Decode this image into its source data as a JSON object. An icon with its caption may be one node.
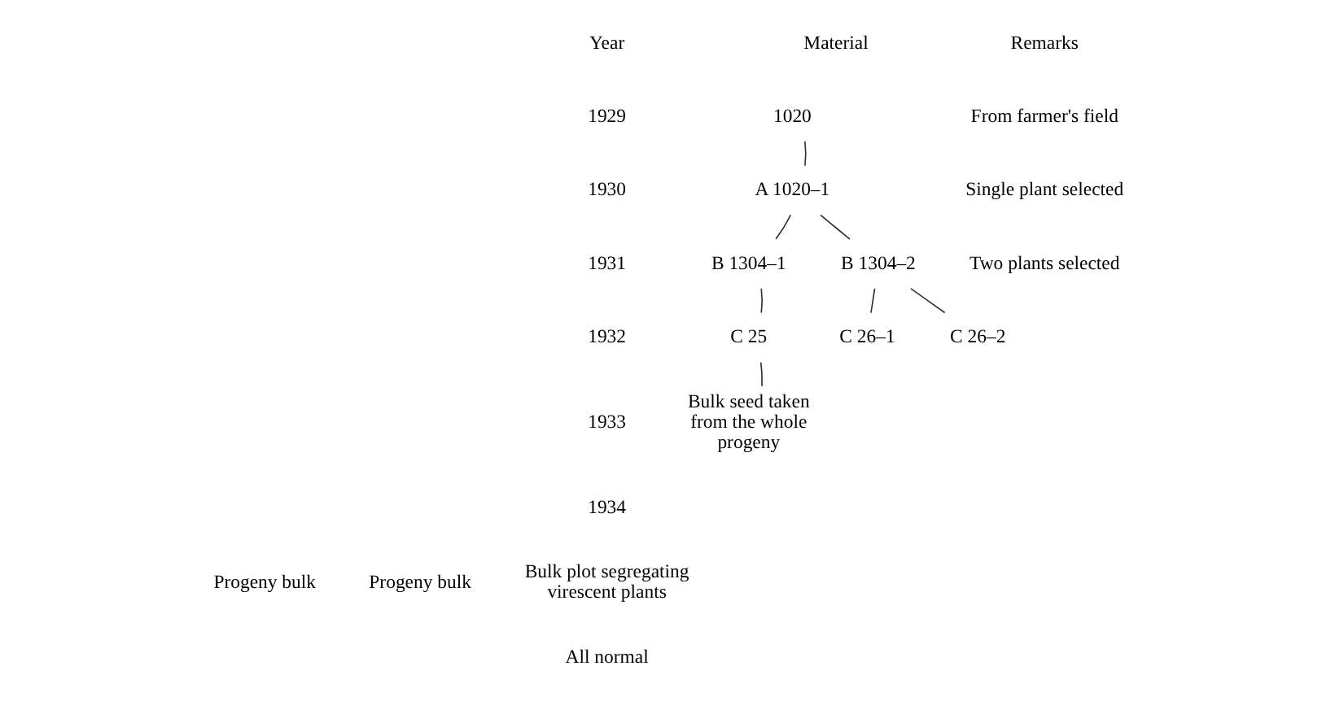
{
  "diagram": {
    "nodes": [
      {
        "text": [
          "1020"
        ]
      },
      {
        "text": [
          "A 1020–1"
        ]
      },
      {
        "text": [
          "B 1304–1"
        ]
      },
      {
        "text": [
          "B 1304–2"
        ]
      },
      {
        "text": [
          "C 25"
        ]
      },
      {
        "text": [
          "C 26–1"
        ]
      },
      {
        "text": [
          "C 26–2"
        ]
      },
      {
        "text": [
          "Bulk seed taken from the whole progeny"
        ]
      }
    ],
    "edges": [
      {
        "from": 0,
        "to": 1,
        "arrow": "none"
      },
      {
        "from": 1,
        "to": 2,
        "arrow": "none"
      },
      {
        "from": 1,
        "to": 3,
        "arrow": "none"
      },
      {
        "from": 2,
        "to": 4,
        "arrow": "none"
      },
      {
        "from": 3,
        "to": 5,
        "arrow": "none"
      },
      {
        "from": 3,
        "to": 6,
        "arrow": "none"
      },
      {
        "from": 4,
        "to": 7,
        "arrow": "none"
      }
    ],
    "labels": [
      "Year",
      "Material",
      "Remarks",
      "1929",
      "From farmer's field",
      "1930",
      "Single plant selected",
      "1931",
      "Two plants selected",
      "1932",
      "1933",
      "1934",
      "Bulk plot segregating virescent plants",
      "Progeny bulk",
      "Progeny bulk",
      "All normal"
    ]
  }
}
